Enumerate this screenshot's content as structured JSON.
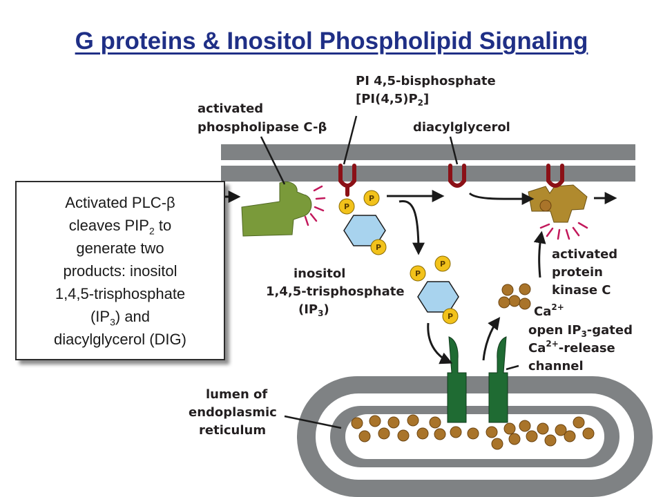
{
  "title": "G proteins & Inositol Phospholipid Signaling",
  "labels": {
    "plc_line1": "activated",
    "plc_line2": "phospholipase C-β",
    "pip2_line1": "PI 4,5-bisphosphate",
    "pip2_line2": "[PI(4,5)P",
    "pip2_sub": "2",
    "pip2_close": "]",
    "dag": "diacylglycerol",
    "ip3_line1": "inositol",
    "ip3_line2": "1,4,5-trisphosphate",
    "ip3_line3_open": "(IP",
    "ip3_sub": "3",
    "ip3_line3_close": ")",
    "pkc_line1": "activated",
    "pkc_line2": "protein",
    "pkc_line3": "kinase C",
    "ca": "Ca",
    "ca_sup": "2+",
    "channel_line1a": "open IP",
    "channel_sub": "3",
    "channel_line1b": "-gated",
    "channel_line2a": "Ca",
    "channel_sup": "2+",
    "channel_line2b": "-release",
    "channel_line3": "channel",
    "er_line1": "lumen of",
    "er_line2": "endoplasmic",
    "er_line3": "reticulum",
    "phosphate": "P"
  },
  "callout": {
    "l1": "Activated PLC-β",
    "l2a": "cleaves PIP",
    "l2sub": "2",
    "l2b": " to",
    "l3": "generate two",
    "l4": "products: inositol",
    "l5": "1,4,5-trisphosphate",
    "l6a": "(IP",
    "l6sub": "3",
    "l6b": ") and",
    "l7": "diacylglycerol (DIG)"
  },
  "colors": {
    "title": "#1f2f86",
    "membrane": "#7f8284",
    "plc": "#7a9a3a",
    "pkc": "#b08a2e",
    "lipid": "#8b1016",
    "channel": "#1f6b33",
    "calcium": "#a9742a",
    "phosphate": "#f2c21b",
    "inositol_ring": "#a8d3ee"
  }
}
